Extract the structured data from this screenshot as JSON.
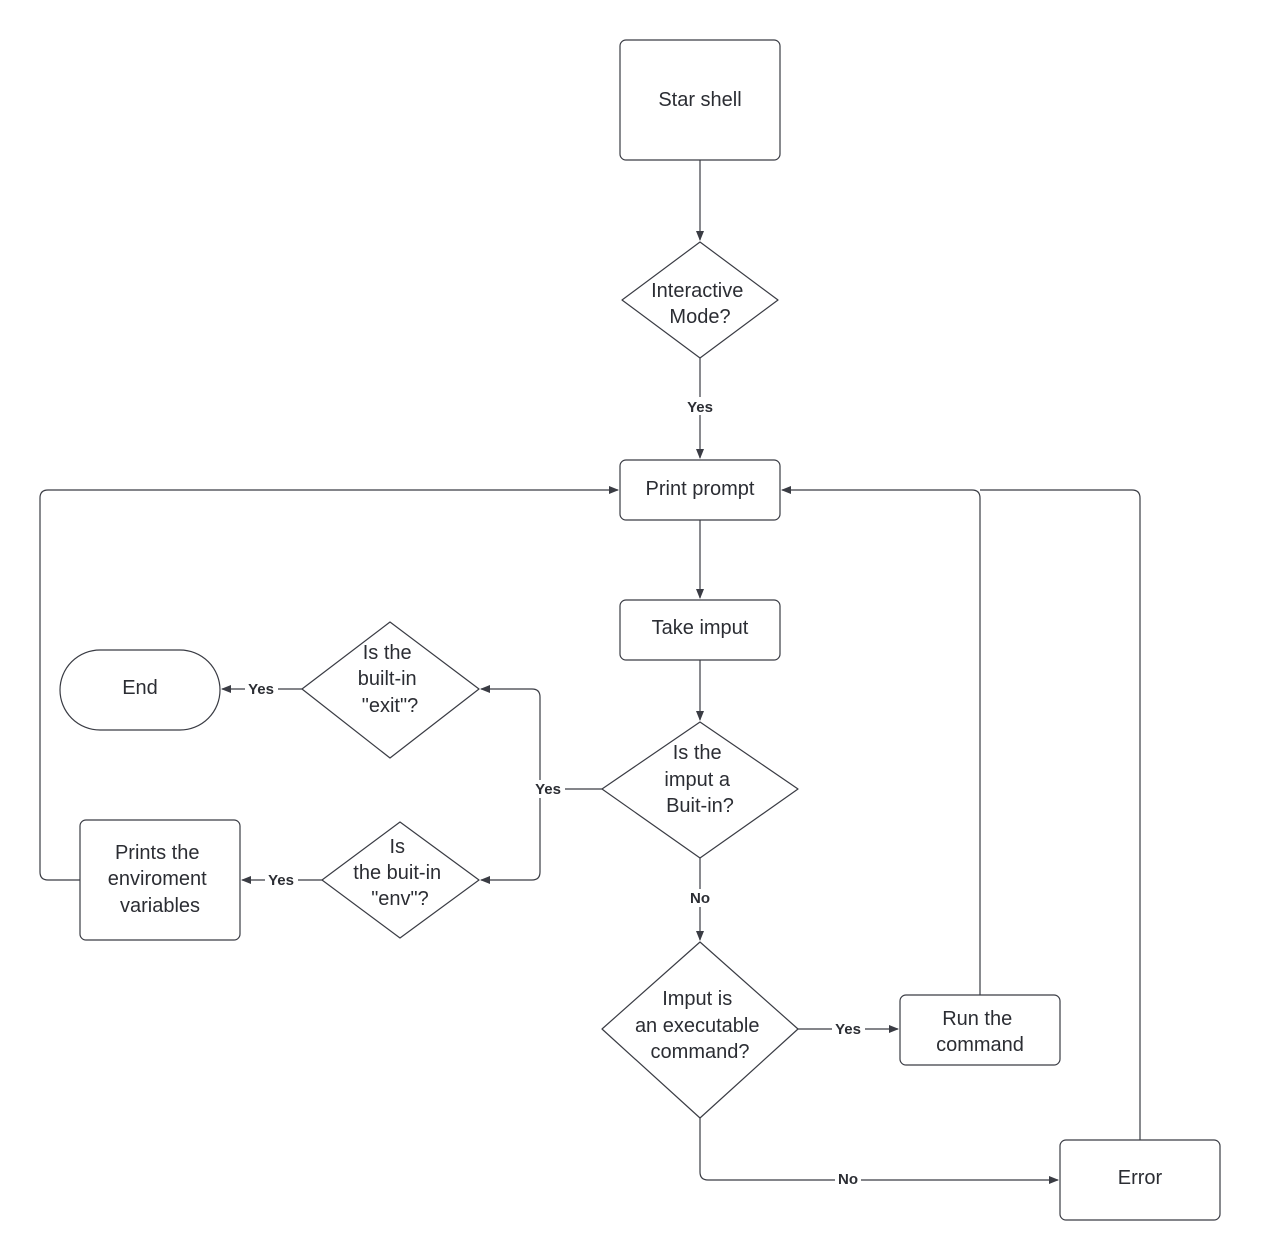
{
  "nodes": {
    "start": "Star shell",
    "interactive": [
      "Interactive",
      "Mode?"
    ],
    "print_prompt": "Print prompt",
    "take_input": "Take imput",
    "is_builtin": [
      "Is the",
      "imput a",
      "Buit-in?"
    ],
    "is_exit": [
      "Is the",
      "built-in",
      "\"exit\"?"
    ],
    "end": "End",
    "is_env": [
      "Is",
      "the buit-in",
      "\"env\"?"
    ],
    "print_env": [
      "Prints the",
      "enviroment",
      "variables"
    ],
    "is_executable": [
      "Imput is",
      "an executable",
      "command?"
    ],
    "run_command": [
      "Run the",
      "command"
    ],
    "error": "Error"
  },
  "edge_labels": {
    "interactive_yes": "Yes",
    "builtin_yes": "Yes",
    "builtin_no": "No",
    "exit_yes": "Yes",
    "env_yes": "Yes",
    "exec_yes": "Yes",
    "exec_no": "No"
  }
}
